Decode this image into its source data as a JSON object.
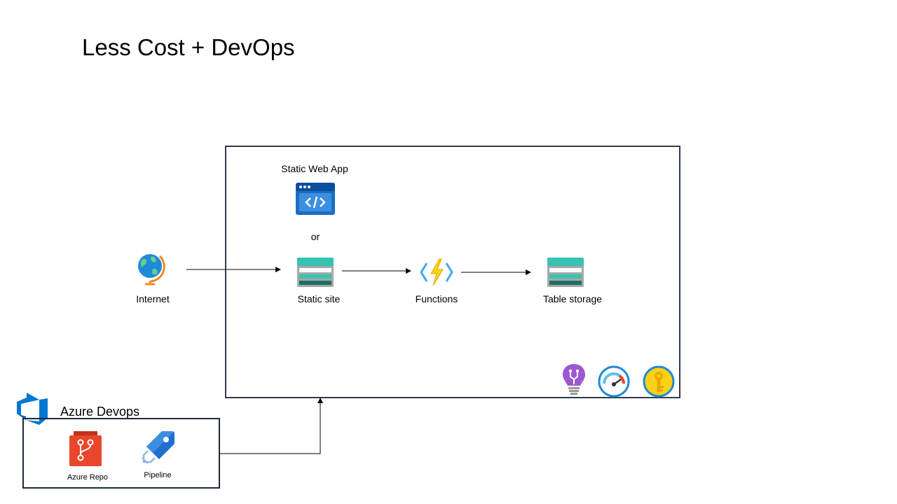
{
  "slide": {
    "title": "Less Cost + DevOps"
  },
  "diagram": {
    "nodes": {
      "internet": {
        "label": "Internet",
        "icon": "globe-icon"
      },
      "static_web_app": {
        "label": "Static Web App",
        "icon": "static-web-app-icon"
      },
      "or_text": "or",
      "static_site": {
        "label": "Static site",
        "icon": "storage-account-icon"
      },
      "functions": {
        "label": "Functions",
        "icon": "function-app-icon"
      },
      "table_storage": {
        "label": "Table storage",
        "icon": "storage-account-icon"
      }
    },
    "footer_icons": [
      "app-insights-icon",
      "monitor-gauge-icon",
      "key-vault-icon"
    ],
    "devops": {
      "title": "Azure  Devops",
      "repo_label": "Azure Repo",
      "pipeline_label": "Pipeline"
    },
    "colors": {
      "box_border": "#2f3b4c",
      "storage_teal": "#37c2b1",
      "storage_dark": "#1e6e62",
      "azure_blue": "#0078d4",
      "repo_orange": "#e8472b",
      "function_yellow": "#fcd116"
    }
  }
}
